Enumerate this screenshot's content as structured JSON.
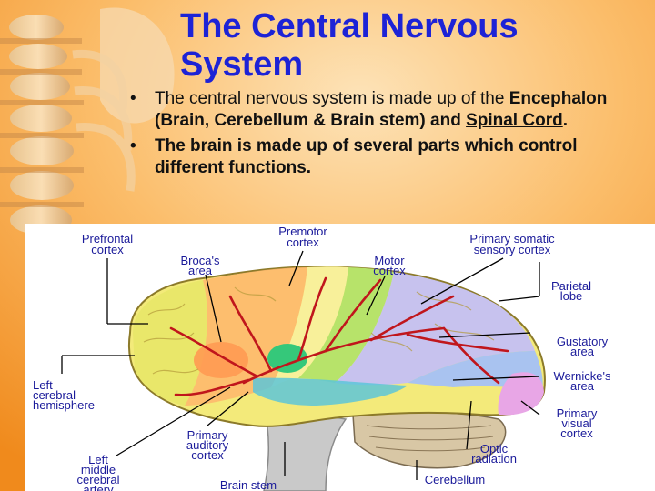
{
  "slide": {
    "title_line1": "The Central Nervous",
    "title_line2": "System",
    "bullet1": {
      "pre": "The central nervous system is made up of the",
      "term1": "Encephalon",
      "mid": " (Brain, Cerebellum & Brain stem) and ",
      "term2": "Spinal Cord",
      "end": "."
    },
    "bullet2": "The brain is made up of several parts which control different functions."
  },
  "diagram": {
    "labels": {
      "prefrontal_1": "Prefrontal",
      "prefrontal_2": "cortex",
      "premotor_1": "Premotor",
      "premotor_2": "cortex",
      "somatic_1": "Primary somatic",
      "somatic_2": "sensory cortex",
      "broca_1": "Broca's",
      "broca_2": "area",
      "motor_1": "Motor",
      "motor_2": "cortex",
      "parietal_1": "Parietal",
      "parietal_2": "lobe",
      "gustatory_1": "Gustatory",
      "gustatory_2": "area",
      "left_hemi_1": "Left",
      "left_hemi_2": "cerebral",
      "left_hemi_3": "hemisphere",
      "wernicke_1": "Wernicke's",
      "wernicke_2": "area",
      "visual_1": "Primary",
      "visual_2": "visual",
      "visual_3": "cortex",
      "auditory_1": "Primary",
      "auditory_2": "auditory",
      "auditory_3": "cortex",
      "optic_1": "Optic",
      "optic_2": "radiation",
      "lmca_1": "Left",
      "lmca_2": "middle",
      "lmca_3": "cerebral",
      "lmca_4": "artery",
      "brainstem": "Brain stem",
      "cerebellum": "Cerebellum"
    }
  },
  "colors": {
    "title": "#1d23d6",
    "background_orange": "#f7a640",
    "diagram_bg": "#ffffff"
  }
}
